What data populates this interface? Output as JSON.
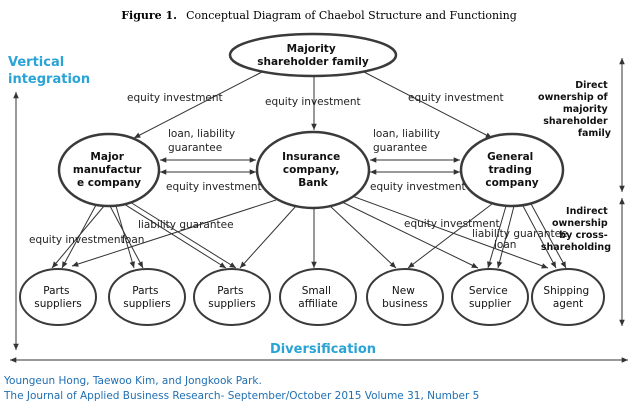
{
  "figure": {
    "label": "Figure 1.",
    "title": "Conceptual Diagram of Chaebol Structure and Functioning"
  },
  "nodes": {
    "family": [
      "Majority",
      "shareholder family"
    ],
    "manufacturer": [
      "Major",
      "manufactur",
      "e company"
    ],
    "insurance": [
      "Insurance",
      "company,",
      "Bank"
    ],
    "trading": [
      "General",
      "trading",
      "company"
    ]
  },
  "leaves": [
    [
      "Parts",
      "suppliers"
    ],
    [
      "Parts",
      "suppliers"
    ],
    [
      "Parts",
      "suppliers"
    ],
    [
      "Small",
      "affiliate"
    ],
    [
      "New",
      "business"
    ],
    [
      "Service",
      "supplier"
    ],
    [
      "Shipping",
      "agent"
    ]
  ],
  "edge_labels": {
    "equity_left": "equity investment",
    "equity_center": "equity investment",
    "equity_right": "equity investment",
    "loan_left": [
      "loan, liability",
      "guarantee"
    ],
    "loan_right": [
      "loan, liability",
      "guarantee"
    ],
    "equity_mid_left": "equity investment",
    "equity_mid_right": "equity investment",
    "liability_left": "liability guarantee",
    "equity_low_left": "equity investment",
    "loan_low_left": "loan",
    "equity_low_right": "equity investment",
    "liability_low_right": "liability guarantee",
    "loan_low_right": "loan"
  },
  "axes": {
    "vertical": [
      "Vertical",
      "integration"
    ],
    "horizontal": "Diversification"
  },
  "side_notes": {
    "direct": [
      "Direct",
      "ownership of",
      "majority",
      "shareholder",
      "family"
    ],
    "indirect": [
      "Indirect",
      "ownership",
      "by cross-",
      "shareholding"
    ]
  },
  "citation": [
    "Youngeun Hong, Taewoo Kim, and Jongkook Park.",
    "The Journal of Applied Business Research- September/October 2015   Volume 31, Number 5"
  ],
  "colors": {
    "axis_label": "#2aa3d6",
    "citation": "#1f6fb3",
    "line": "#333333"
  }
}
